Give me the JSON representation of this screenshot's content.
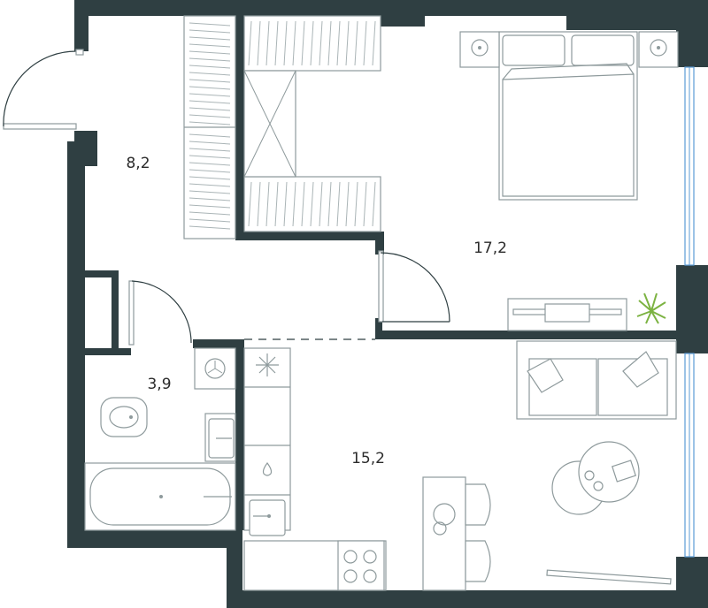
{
  "rooms": {
    "hall": {
      "area": "8,2"
    },
    "bedroom": {
      "area": "17,2"
    },
    "bathroom": {
      "area": "3,9"
    },
    "kitchen_living": {
      "area": "15,2"
    }
  },
  "colors": {
    "wall": "#2f3f42",
    "furniture_line": "#8e9a9c",
    "window": "#5b9bd5",
    "plant": "#7cb342"
  }
}
